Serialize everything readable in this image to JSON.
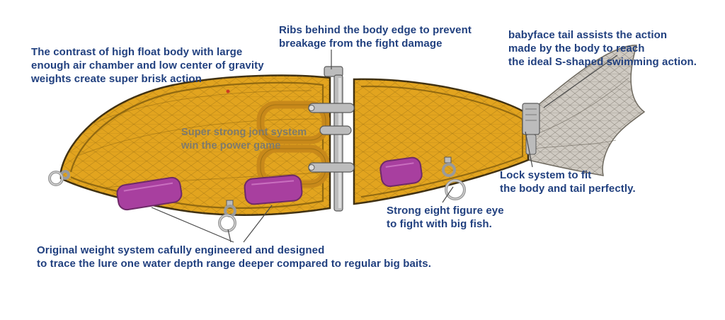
{
  "colors": {
    "background": "#ffffff",
    "navy": "#21407f",
    "label_gray": "#7d7a6c",
    "lure_body": "#e2a41f",
    "lure_body_dark": "#c8891a",
    "lure_outline": "#3f3012",
    "inner_rim": "#8a6410",
    "weight_fill": "#a83f9f",
    "weight_outline": "#6e2a68",
    "tail_fill": "#cfcac2",
    "tail_line": "#6f6a60",
    "hardware_fill": "#bcbcbc",
    "hardware_light": "#dddddd",
    "hardware_outline": "#5a5a5a",
    "leader_line": "#4a4a4a",
    "red_dot": "#cc3b22"
  },
  "annotations": {
    "high_float": {
      "text": "The contrast of high float body with large\nenough air chamber and low center of gravity\nweights create super brisk action"
    },
    "ribs": {
      "text": "Ribs behind the body edge to prevent\nbreakage from the fight damage"
    },
    "babyface_tail": {
      "text": "babyface tail assists the action\nmade by the body to reach\nthe ideal S-shaped swimming action."
    },
    "joint_system": {
      "text": "Super strong jont system\nwin the power game"
    },
    "lock_system": {
      "text": "Lock system to fit\nthe body and tail perfectly."
    },
    "eight_figure_eye": {
      "text": "Strong eight figure eye\nto fight with big fish."
    },
    "weight_system": {
      "text": "Original weight system cafully engineered and designed\nto trace the lure one water depth range deeper compared to regular big baits."
    }
  }
}
